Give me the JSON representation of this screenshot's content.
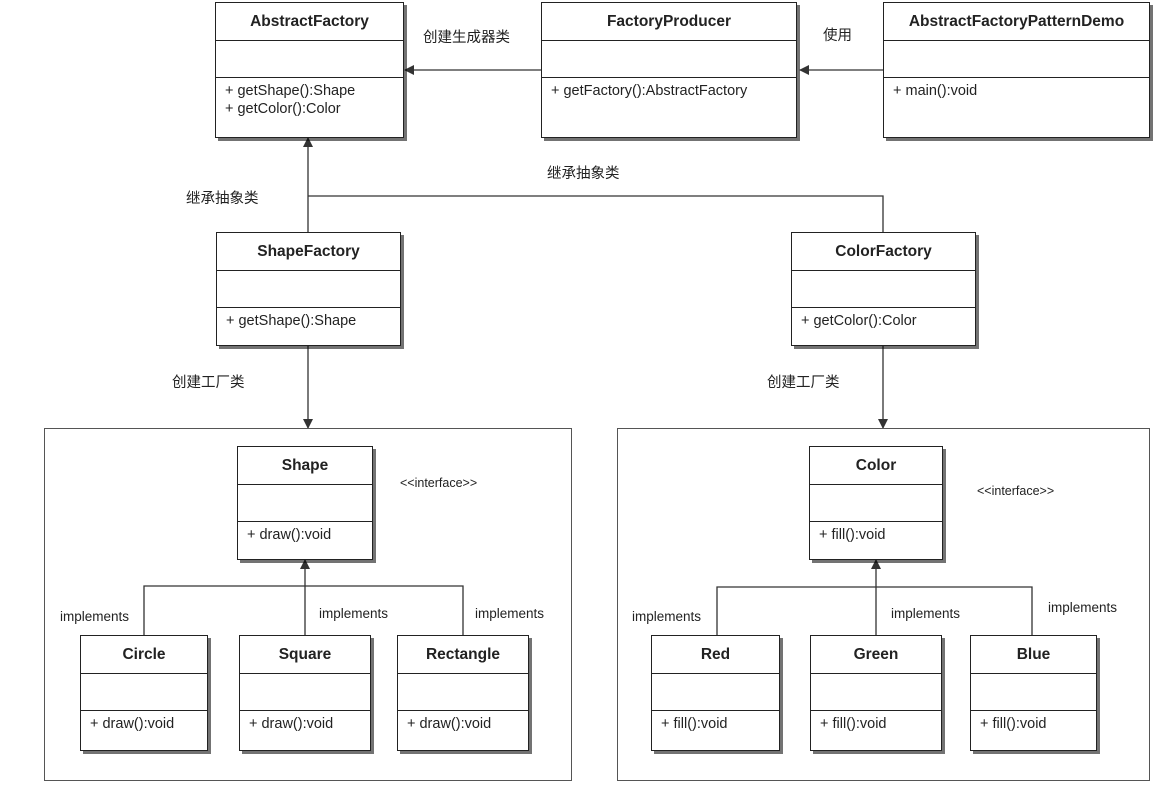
{
  "classes": {
    "abstract_factory": {
      "name": "AbstractFactory",
      "ops": [
        "+ getShape():Shape",
        "+ getColor():Color"
      ]
    },
    "factory_producer": {
      "name": "FactoryProducer",
      "ops": [
        "+ getFactory():AbstractFactory"
      ]
    },
    "demo": {
      "name": "AbstractFactoryPatternDemo",
      "ops": [
        "+ main():void"
      ]
    },
    "shape_factory": {
      "name": "ShapeFactory",
      "ops": [
        "+ getShape():Shape"
      ]
    },
    "color_factory": {
      "name": "ColorFactory",
      "ops": [
        "+ getColor():Color"
      ]
    },
    "shape": {
      "name": "Shape",
      "ops": [
        "+ draw():void"
      ],
      "stereotype": "<<interface>>"
    },
    "circle": {
      "name": "Circle",
      "ops": [
        "+ draw():void"
      ]
    },
    "square": {
      "name": "Square",
      "ops": [
        "+ draw():void"
      ]
    },
    "rectangle": {
      "name": "Rectangle",
      "ops": [
        "+ draw():void"
      ]
    },
    "color": {
      "name": "Color",
      "ops": [
        "+ fill():void"
      ],
      "stereotype": "<<interface>>"
    },
    "red": {
      "name": "Red",
      "ops": [
        "+ fill():void"
      ]
    },
    "green": {
      "name": "Green",
      "ops": [
        "+ fill():void"
      ]
    },
    "blue": {
      "name": "Blue",
      "ops": [
        "+ fill():void"
      ]
    }
  },
  "labels": {
    "create_generator": "创建生成器类",
    "use": "使用",
    "inherit_left": "继承抽象类",
    "inherit_right": "继承抽象类",
    "create_factory_left": "创建工厂类",
    "create_factory_right": "创建工厂类",
    "implements": "implements"
  },
  "colors": {
    "line": "#333333",
    "border": "#222222",
    "shadow": "#555555"
  }
}
